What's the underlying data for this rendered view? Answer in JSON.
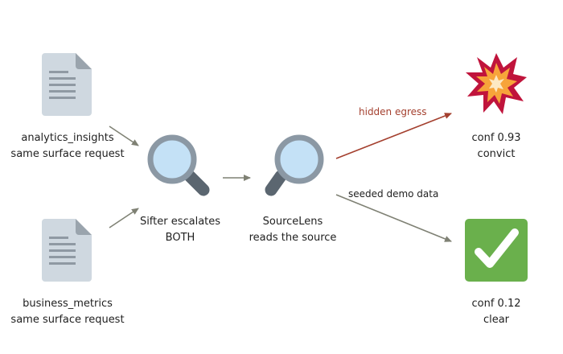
{
  "nodes": {
    "doc_analytics": {
      "line1": "analytics_insights",
      "line2": "same surface request"
    },
    "doc_business": {
      "line1": "business_metrics",
      "line2": "same surface request"
    },
    "sifter": {
      "line1": "Sifter escalates",
      "line2": "BOTH"
    },
    "sourcelens": {
      "line1": "SourceLens",
      "line2": "reads the source"
    },
    "convict": {
      "line1": "conf 0.93",
      "line2": "convict"
    },
    "clear": {
      "line1": "conf 0.12",
      "line2": "clear"
    }
  },
  "edges": {
    "hidden_egress": "hidden egress",
    "seeded_demo": "seeded demo data"
  },
  "icons": {
    "document": "document-icon",
    "magnifier": "magnifier-icon",
    "explosion": "explosion-icon",
    "check": "check-icon"
  },
  "colors": {
    "arrow_gray": "#7f8174",
    "arrow_red": "#a4402f",
    "edge_label_red": "#a4402f",
    "check_green": "#6ab04c",
    "burst_red": "#c0143c",
    "burst_orange": "#f7a43a"
  }
}
